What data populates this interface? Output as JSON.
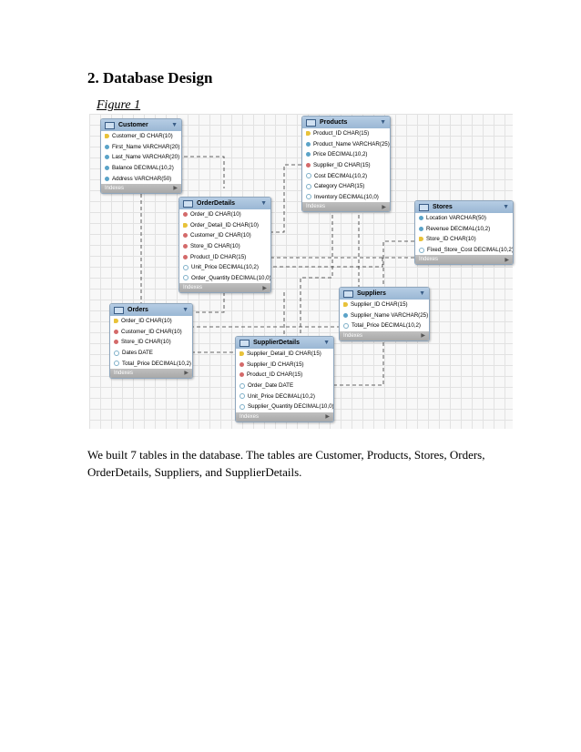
{
  "section": {
    "heading": "2.  Database Design",
    "figure_label": "Figure 1"
  },
  "paragraph": "We built 7 tables in the database. The tables are Customer, Products, Stores, Orders, OrderDetails, Suppliers, and SupplierDetails.",
  "footer_label": "Indexes",
  "tables": [
    {
      "title": "Customer",
      "columns": [
        {
          "text": "Customer_ID CHAR(10)",
          "key": "pk"
        },
        {
          "text": "First_Name VARCHAR(20)",
          "key": "nn"
        },
        {
          "text": "Last_Name VARCHAR(20)",
          "key": "nn"
        },
        {
          "text": "Balance DECIMAL(10,2)",
          "key": "nn"
        },
        {
          "text": "Address VARCHAR(50)",
          "key": "nn"
        }
      ]
    },
    {
      "title": "Products",
      "columns": [
        {
          "text": "Product_ID CHAR(15)",
          "key": "pk"
        },
        {
          "text": "Product_Name VARCHAR(25)",
          "key": "nn"
        },
        {
          "text": "Price DECIMAL(10,2)",
          "key": "nn"
        },
        {
          "text": "Supplier_ID CHAR(15)",
          "key": "fk"
        },
        {
          "text": "Cost DECIMAL(10,2)",
          "key": "col"
        },
        {
          "text": "Category CHAR(15)",
          "key": "col"
        },
        {
          "text": "Inventory DECIMAL(10,0)",
          "key": "col"
        }
      ]
    },
    {
      "title": "OrderDetails",
      "columns": [
        {
          "text": "Order_ID CHAR(10)",
          "key": "fk"
        },
        {
          "text": "Order_Detail_ID CHAR(10)",
          "key": "pk"
        },
        {
          "text": "Customer_ID CHAR(10)",
          "key": "fk"
        },
        {
          "text": "Store_ID CHAR(10)",
          "key": "fk"
        },
        {
          "text": "Product_ID CHAR(15)",
          "key": "fk"
        },
        {
          "text": "Unit_Price DECIMAL(10,2)",
          "key": "col"
        },
        {
          "text": "Order_Quantity DECIMAL(10,0)",
          "key": "col"
        }
      ]
    },
    {
      "title": "Stores",
      "columns": [
        {
          "text": "Location VARCHAR(50)",
          "key": "nn"
        },
        {
          "text": "Revenue DECIMAL(10,2)",
          "key": "nn"
        },
        {
          "text": "Store_ID CHAR(10)",
          "key": "pk"
        },
        {
          "text": "Fixed_Store_Cost DECIMAL(10,2)",
          "key": "col"
        }
      ]
    },
    {
      "title": "Suppliers",
      "columns": [
        {
          "text": "Supplier_ID CHAR(15)",
          "key": "pk"
        },
        {
          "text": "Supplier_Name VARCHAR(25)",
          "key": "nn"
        },
        {
          "text": "Total_Price DECIMAL(10,2)",
          "key": "col"
        }
      ]
    },
    {
      "title": "Orders",
      "columns": [
        {
          "text": "Order_ID CHAR(10)",
          "key": "pk"
        },
        {
          "text": "Customer_ID CHAR(10)",
          "key": "fk"
        },
        {
          "text": "Store_ID CHAR(10)",
          "key": "fk"
        },
        {
          "text": "Dates DATE",
          "key": "col"
        },
        {
          "text": "Total_Price DECIMAL(10,2)",
          "key": "col"
        }
      ]
    },
    {
      "title": "SupplierDetails",
      "columns": [
        {
          "text": "Supplier_Detail_ID CHAR(15)",
          "key": "pk"
        },
        {
          "text": "Supplier_ID CHAR(15)",
          "key": "fk"
        },
        {
          "text": "Product_ID CHAR(15)",
          "key": "fk"
        },
        {
          "text": "Order_Date DATE",
          "key": "col"
        },
        {
          "text": "Unit_Price DECIMAL(10,2)",
          "key": "col"
        },
        {
          "text": "Supplier_Quantity DECIMAL(10,0)",
          "key": "col"
        }
      ]
    }
  ]
}
